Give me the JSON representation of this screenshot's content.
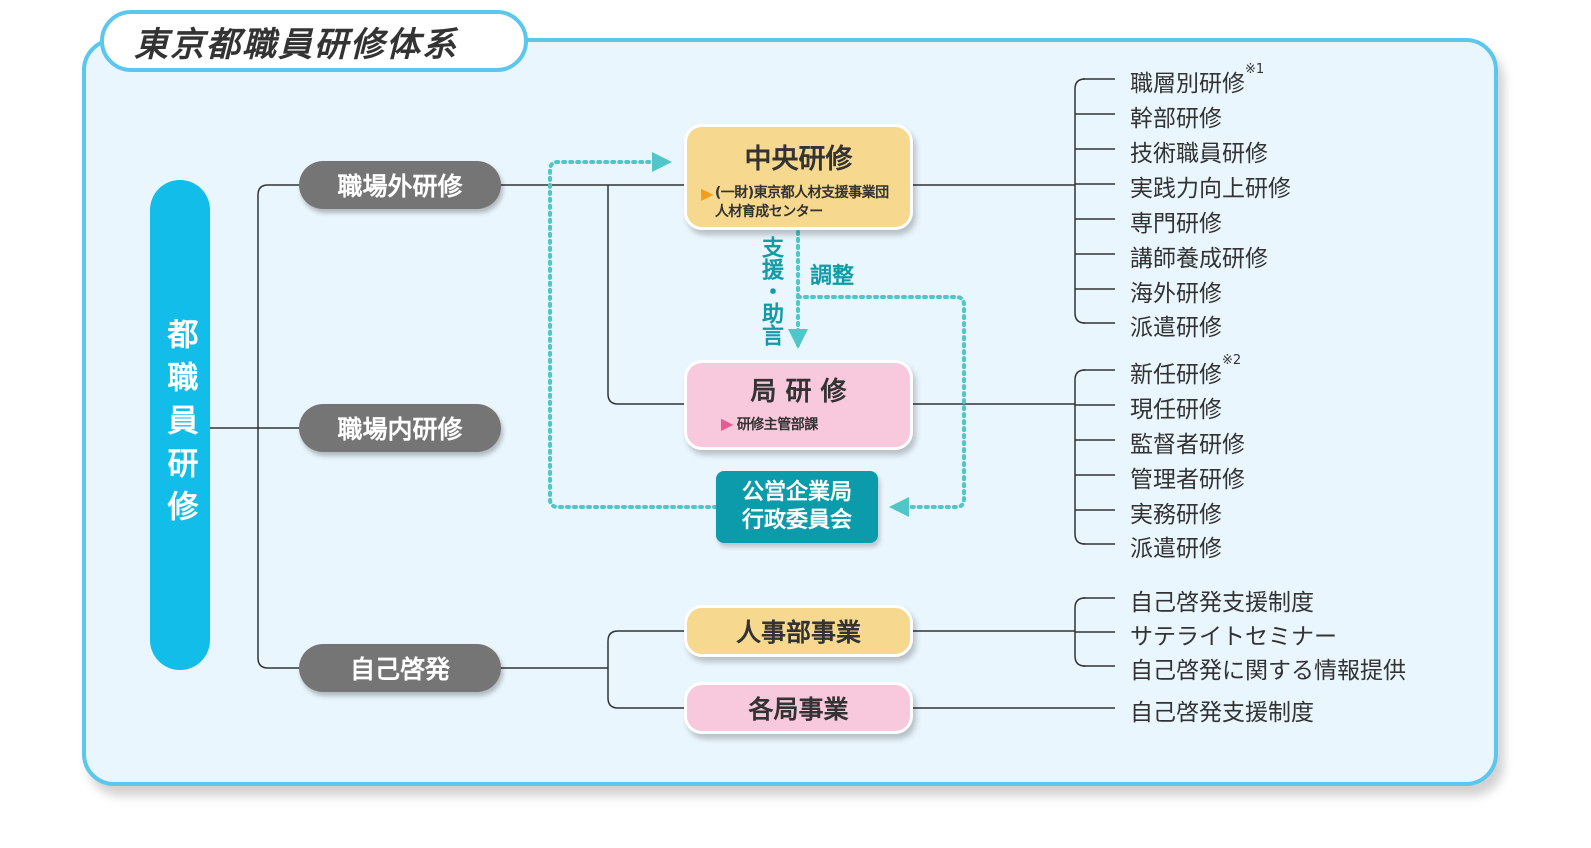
{
  "title": "東京都職員研修体系",
  "root": "都職員研修",
  "categories": {
    "outside": "職場外研修",
    "inside": "職場内研修",
    "self": "自己啓発"
  },
  "central": {
    "title": "中央研修",
    "sub1": "(一財)東京都人材支援事業団",
    "sub2": "人材育成センター"
  },
  "bureau": {
    "title": "局 研 修",
    "sub": "研修主管部課"
  },
  "committee": {
    "line1": "公営企業局",
    "line2": "行政委員会"
  },
  "support_label": "支援・助言",
  "coordinate_label": "調整",
  "personnel": "人事部事業",
  "each_bureau": "各局事業",
  "central_items": [
    {
      "label": "職層別研修",
      "note": "※1"
    },
    {
      "label": "幹部研修",
      "note": ""
    },
    {
      "label": "技術職員研修",
      "note": ""
    },
    {
      "label": "実践力向上研修",
      "note": ""
    },
    {
      "label": "専門研修",
      "note": ""
    },
    {
      "label": "講師養成研修",
      "note": ""
    },
    {
      "label": "海外研修",
      "note": ""
    },
    {
      "label": "派遣研修",
      "note": ""
    }
  ],
  "bureau_items": [
    {
      "label": "新任研修",
      "note": "※2"
    },
    {
      "label": "現任研修",
      "note": ""
    },
    {
      "label": "監督者研修",
      "note": ""
    },
    {
      "label": "管理者研修",
      "note": ""
    },
    {
      "label": "実務研修",
      "note": ""
    },
    {
      "label": "派遣研修",
      "note": ""
    }
  ],
  "personnel_items": [
    "自己啓発支援制度",
    "サテライトセミナー",
    "自己啓発に関する情報提供"
  ],
  "each_bureau_items": [
    "自己啓発支援制度"
  ],
  "colors": {
    "border": "#5bc6ee",
    "root": "#12bde9",
    "pill": "#757575",
    "yellow": "#f6d88f",
    "pink": "#f8c9dc",
    "teal": "#0c9bab",
    "dotted": "#4fc6c8"
  }
}
